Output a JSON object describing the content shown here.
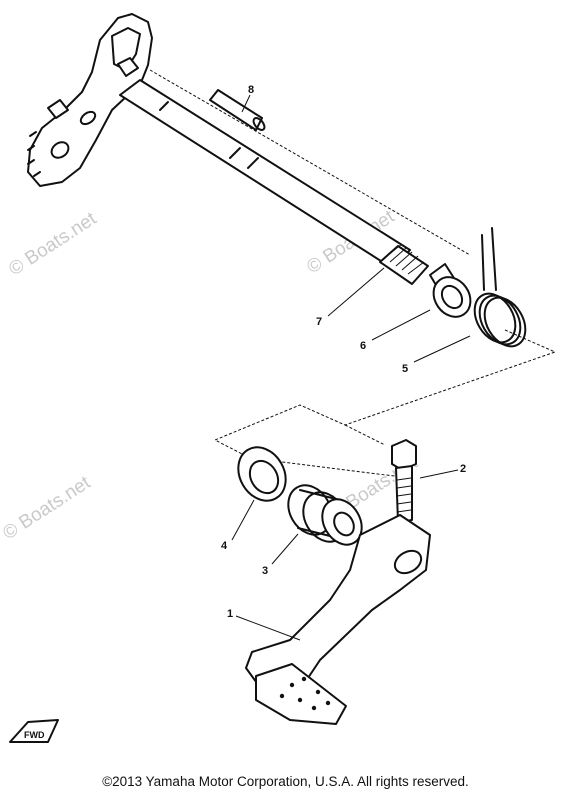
{
  "watermarks": [
    "© Boats.net",
    "© Boats.net",
    "© Boats.net",
    "© Boats.net"
  ],
  "callouts": [
    {
      "number": "1",
      "part": "kick-crank"
    },
    {
      "number": "2",
      "part": "bolt"
    },
    {
      "number": "3",
      "part": "boot-upper"
    },
    {
      "number": "4",
      "part": "oil-seal"
    },
    {
      "number": "5",
      "part": "boot-lower-spring"
    },
    {
      "number": "6",
      "part": "collar"
    },
    {
      "number": "7",
      "part": "shaft-splines"
    },
    {
      "number": "8",
      "part": "pin"
    }
  ],
  "direction_marker": "FWD",
  "copyright": "©2013 Yamaha Motor Corporation, U.S.A. All rights reserved."
}
